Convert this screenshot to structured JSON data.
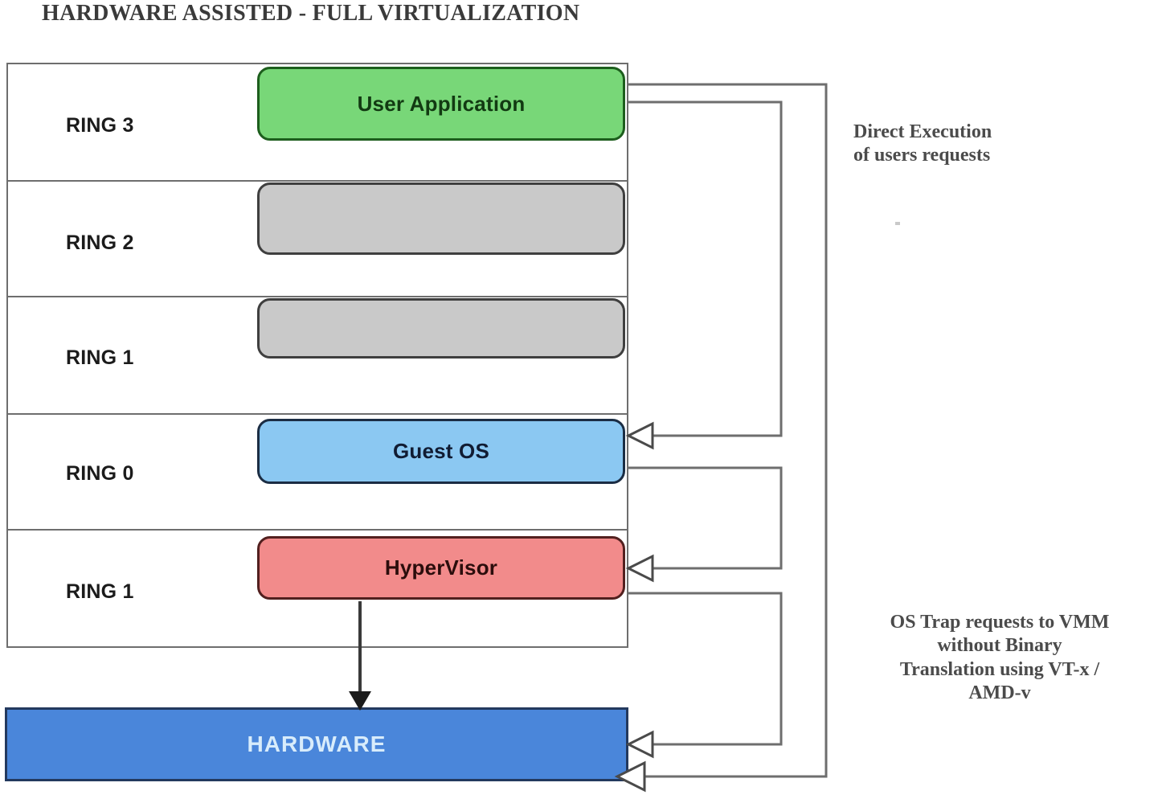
{
  "title": "HARDWARE ASSISTED - FULL VIRTUALIZATION",
  "rings": [
    {
      "label": "RING 3"
    },
    {
      "label": "RING 2"
    },
    {
      "label": "RING 1"
    },
    {
      "label": "RING 0"
    },
    {
      "label": "RING 1"
    }
  ],
  "components": {
    "user_application": "User Application",
    "ring2_block": "",
    "ring1_block": "",
    "guest_os": "Guest OS",
    "hypervisor": "HyperVisor",
    "hardware": "HARDWARE"
  },
  "notes": {
    "direct_execution": "Direct Execution\nof users requests",
    "os_trap": "OS Trap requests to VMM\nwithout Binary\nTranslation using VT-x /\nAMD-v"
  },
  "colors": {
    "user_application_fill": "#78d778",
    "user_application_border": "#1d5e1d",
    "placeholder_fill": "#c9c9c9",
    "placeholder_border": "#3f3f3f",
    "guest_os_fill": "#8bc8f2",
    "guest_os_border": "#1b2d44",
    "hypervisor_fill": "#f28b8b",
    "hypervisor_border": "#52201f",
    "hardware_fill": "#4a86da",
    "hardware_border": "#23395e",
    "hardware_text": "#d8ecfb",
    "panel_border": "#6e6e6e",
    "connector": "#6e6e6e",
    "note_text": "#4b4b4b"
  },
  "connectors": [
    {
      "name": "user-app-to-hardware-bottom",
      "from": "User Application",
      "to": "HARDWARE",
      "arrow": "hollow"
    },
    {
      "name": "user-app-to-guest-os",
      "from": "User Application",
      "to": "Guest OS",
      "arrow": "hollow"
    },
    {
      "name": "guest-os-to-hypervisor",
      "from": "Guest OS",
      "to": "HyperVisor",
      "arrow": "hollow"
    },
    {
      "name": "hypervisor-to-hardware",
      "from": "HyperVisor",
      "to": "HARDWARE",
      "arrow": "hollow"
    },
    {
      "name": "hypervisor-down-to-hardware",
      "from": "HyperVisor",
      "to": "HARDWARE",
      "arrow": "solid"
    }
  ]
}
